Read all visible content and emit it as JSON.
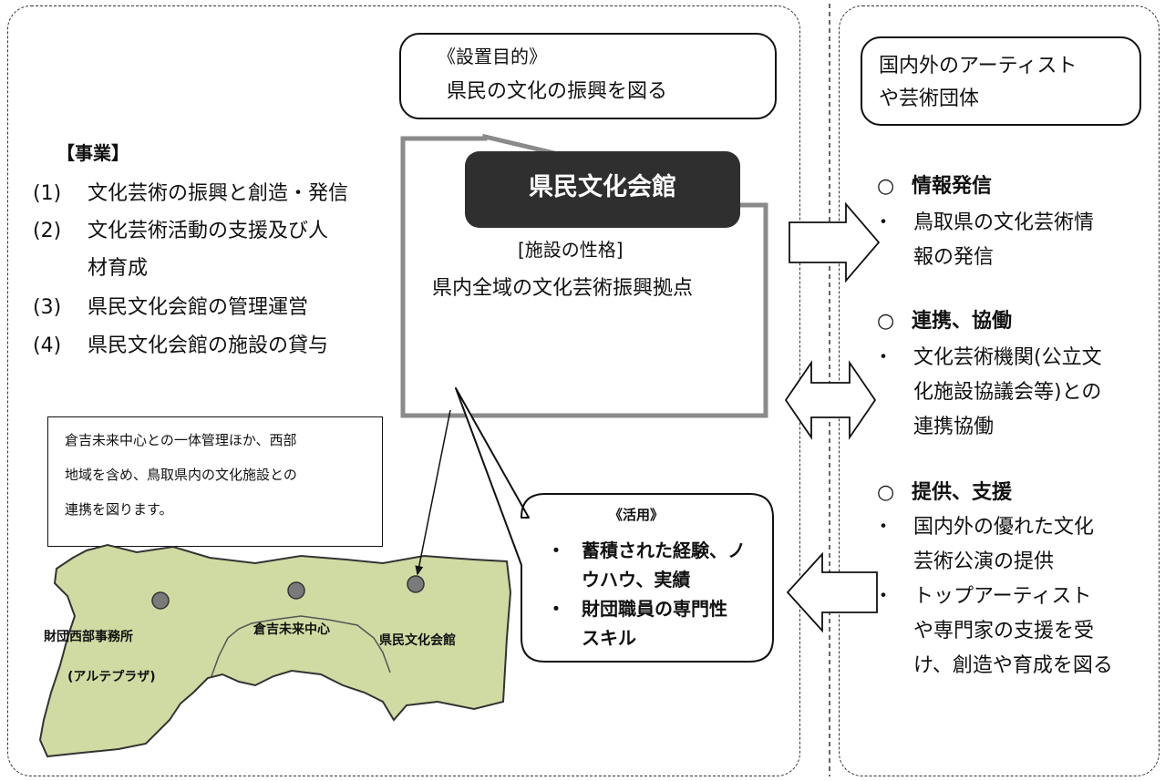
{
  "purpose": {
    "heading": "《設置目的》",
    "text": "県民の文化の振興を図る"
  },
  "partner_box": {
    "line1": "国内外のアーティスト",
    "line2": "や芸術団体"
  },
  "business": {
    "title": "【事業】",
    "items": [
      {
        "num": "(1)",
        "text": "文化芸術の振興と創造・発信"
      },
      {
        "num": "(2)",
        "text": "文化芸術活動の支援及び人",
        "cont": "材育成"
      },
      {
        "num": "(3)",
        "text": "県民文化会館の管理運営"
      },
      {
        "num": "(4)",
        "text": "県民文化会館の施設の貸与"
      }
    ]
  },
  "hall": {
    "name": "県民文化会館",
    "nature_label": "[施設の性格]",
    "nature_text": "県内全域の文化芸術振興拠点"
  },
  "note": {
    "lines": [
      "倉吉未来中心との一体管理ほか、西部",
      "地域を含め、鳥取県内の文化施設との",
      "連携を図ります。"
    ]
  },
  "utilization": {
    "heading": "《活用》",
    "items": [
      {
        "bullet": "・",
        "line1": "蓄積された経験、ノ",
        "line2": "ウハウ、実績"
      },
      {
        "bullet": "・",
        "line1": "財団職員の専門性",
        "line2": "スキル"
      }
    ]
  },
  "map": {
    "labels": {
      "west_office": "財団西部事務所",
      "west_office_sub": "(アルテプラザ)",
      "kurayoshi": "倉吉未来中心",
      "hall": "県民文化会館"
    },
    "colors": {
      "land": "#cfdba3",
      "dot": "#7a7a7a"
    }
  },
  "roles": [
    {
      "marker": "○",
      "title": "情報発信",
      "bullets": [
        [
          "鳥取県の文化芸術情",
          "報の発信"
        ]
      ]
    },
    {
      "marker": "○",
      "title": "連携、協働",
      "bullets": [
        [
          "文化芸術機関(公立文",
          "化施設協議会等)との",
          "連携協働"
        ]
      ]
    },
    {
      "marker": "○",
      "title": "提供、支援",
      "bullets": [
        [
          "国内外の優れた文化",
          "芸術公演の提供"
        ],
        [
          "トップアーティスト",
          "や専門家の支援を受",
          "け、創造や育成を図る"
        ]
      ]
    }
  ],
  "bullet_char": "・"
}
